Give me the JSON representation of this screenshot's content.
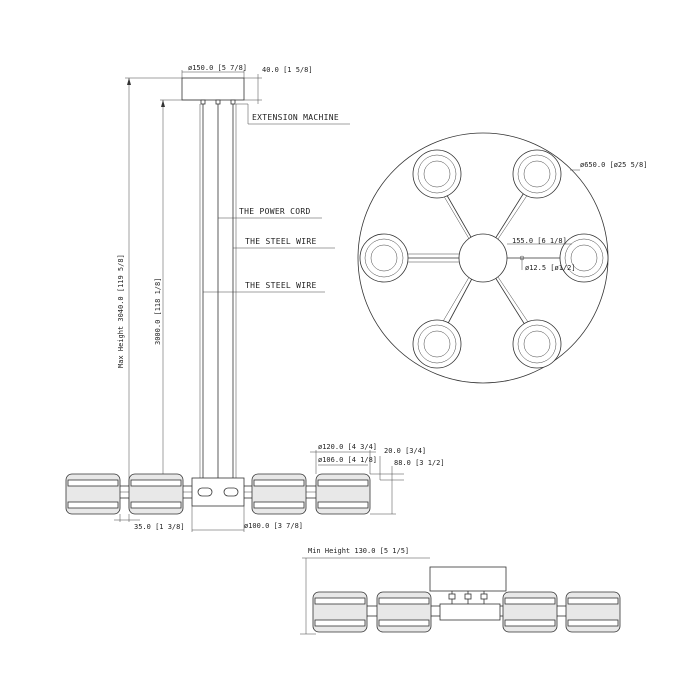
{
  "labels": {
    "extension_machine": "EXTENSION MACHINE",
    "power_cord": "THE POWER CORD",
    "steel_wire_1": "THE STEEL WIRE",
    "steel_wire_2": "THE STEEL WIRE"
  },
  "dimensions": {
    "canopy_diameter": "ø150.0 [5 7/8]",
    "canopy_height": "40.0 [1 5/8]",
    "max_height": "Max Height 3040.0 [119 5/8]",
    "wire_length": "3000.0 [118 1/8]",
    "shade_outer_diameter": "ø120.0 [4 3/4]",
    "shade_inner_diameter": "ø106.0 [4 1/8]",
    "shade_rim": "20.0 [3/4]",
    "shade_height": "88.0 [3 1/2]",
    "arm_gap": "35.0 [1 3/8]",
    "hub_diameter": "ø100.0 [3 7/8]",
    "overall_diameter": "ø650.0 [ø25 5/8]",
    "center_hub": "155.0 [6 1/8]",
    "arm_tube": "ø12.5 [ø1/2]",
    "min_height": "Min Height 130.0 [5 1/5]"
  }
}
